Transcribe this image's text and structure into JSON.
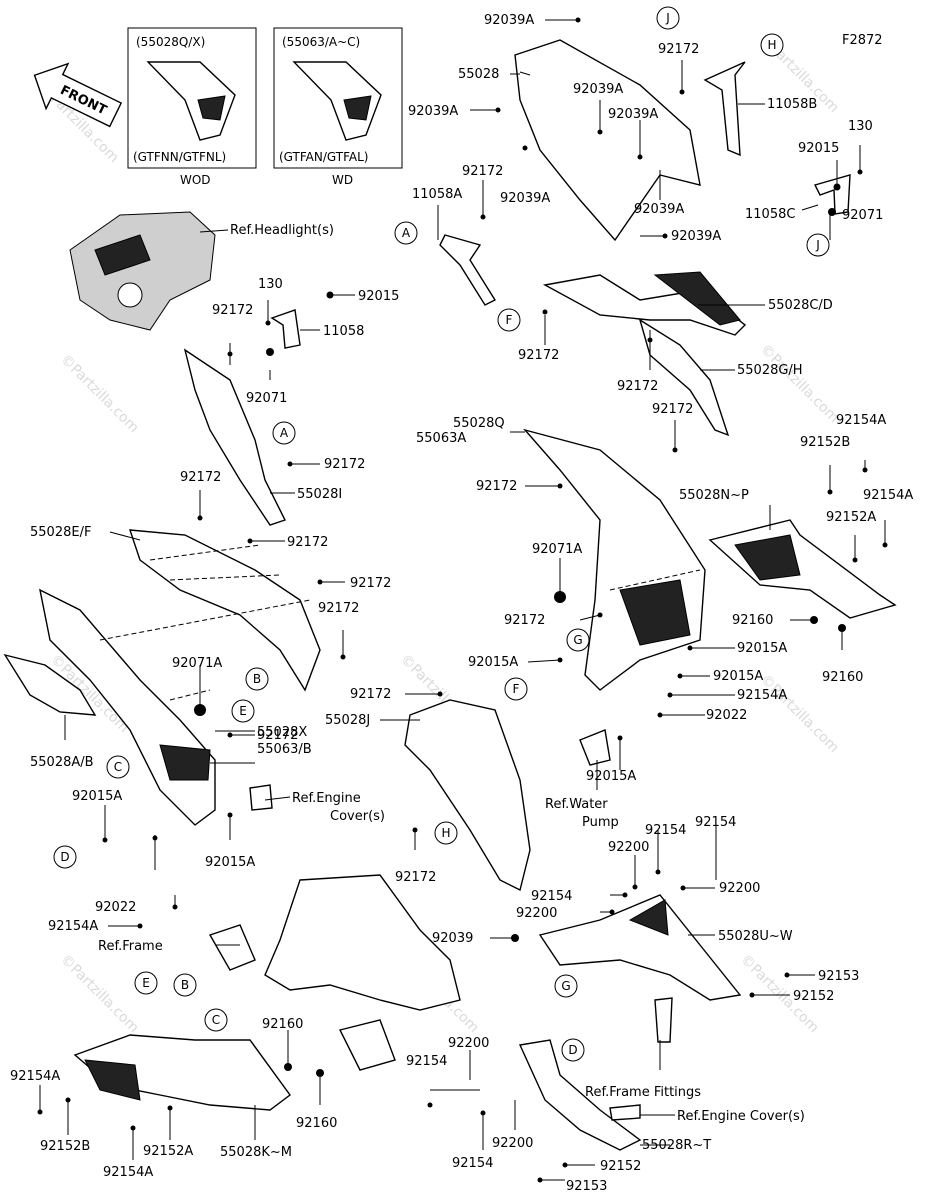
{
  "figure_code": "F2872",
  "front_label": "FRONT",
  "watermark": "©Partzilla.com",
  "variant_boxes": [
    {
      "part": "(55028Q/X)",
      "models": "(GTFNN/GTFNL)",
      "caption": "WOD"
    },
    {
      "part": "(55063/A~C)",
      "models": "(GTFAN/GTFAL)",
      "caption": "WD"
    }
  ],
  "callouts": {
    "A": "A",
    "B": "B",
    "C": "C",
    "D": "D",
    "E": "E",
    "F": "F",
    "G": "G",
    "H": "H",
    "J": "J"
  },
  "refs": {
    "headlight": "Ref.Headlight(s)",
    "engine_cover_1": "Ref.Engine",
    "engine_cover_2": "Cover(s)",
    "water_pump_1": "Ref.Water",
    "water_pump_2": "Pump",
    "frame": "Ref.Frame",
    "frame_fittings": "Ref.Frame Fittings",
    "engine_cover_b": "Ref.Engine Cover(s)"
  },
  "labels": {
    "l01": "92039A",
    "l02": "55028",
    "l03": "92039A",
    "l04": "92039A",
    "l05": "92039A",
    "l06": "92172",
    "l07": "11058B",
    "l08": "92039A",
    "l09": "92039A",
    "l10": "92039A",
    "l11": "92172",
    "l12": "11058A",
    "l13": "130",
    "l14": "92015",
    "l15": "11058C",
    "l16": "92071",
    "l17": "55028C/D",
    "l18": "92172",
    "l19": "92172",
    "l20": "55028G/H",
    "l21": "92172",
    "l22": "55028Q",
    "l23": "55063A",
    "l24": "130",
    "l25": "92015",
    "l26": "92172",
    "l27": "11058",
    "l28": "92071",
    "l29": "92172",
    "l30": "55028I",
    "l31": "92154A",
    "l32": "92152B",
    "l33": "92154A",
    "l34": "92152A",
    "l35": "92172",
    "l36": "55028N~P",
    "l37": "92172",
    "l38": "55028E/F",
    "l39": "92172",
    "l40": "92172",
    "l41": "92172",
    "l42": "92071A",
    "l43": "92172",
    "l44": "92160",
    "l45": "92160",
    "l46": "92015A",
    "l47": "92015A",
    "l48": "92015A",
    "l49": "92154A",
    "l50": "92022",
    "l51": "92071A",
    "l52": "92172",
    "l53": "55028J",
    "l54": "92172",
    "l55": "55028X",
    "l56": "55063/B",
    "l57": "55028A/B",
    "l58": "92015A",
    "l59": "92015A",
    "l60": "92015A",
    "l61": "92172",
    "l62": "92022",
    "l63": "92154A",
    "l64": "92154",
    "l65": "92154",
    "l66": "92200",
    "l67": "92200",
    "l68": "92154",
    "l69": "92200",
    "l70": "92039",
    "l71": "55028U~W",
    "l72": "92153",
    "l73": "92152",
    "l74": "92160",
    "l75": "92154A",
    "l76": "92152B",
    "l77": "92154A",
    "l78": "92152A",
    "l79": "55028K~M",
    "l80": "92160",
    "l81": "92200",
    "l82": "92154",
    "l83": "92200",
    "l84": "92154",
    "l85": "55028R~T",
    "l86": "92152",
    "l87": "92153"
  },
  "colors": {
    "line": "#000000",
    "watermark": "#bbbbbb",
    "background": "#ffffff"
  }
}
